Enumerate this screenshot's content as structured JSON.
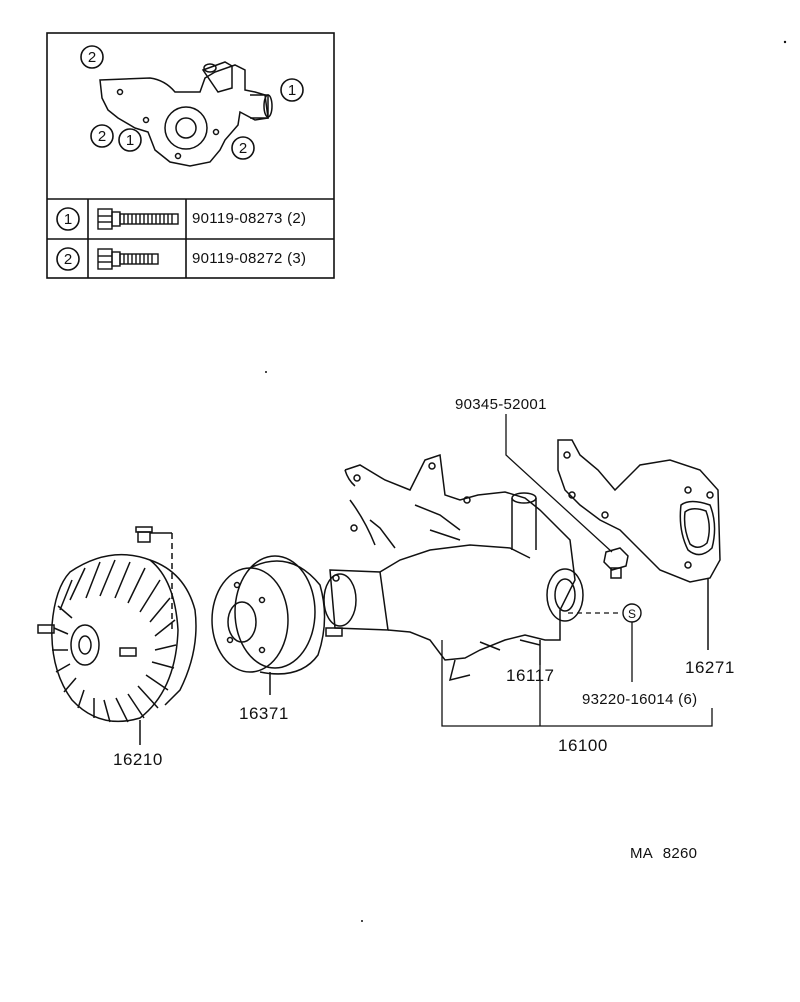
{
  "legend": {
    "callout_1": "1",
    "callout_2": "2",
    "rows": [
      {
        "key": "1",
        "part_no": "90119-08273",
        "qty": "(2)"
      },
      {
        "key": "2",
        "part_no": "90119-08272",
        "qty": "(3)"
      }
    ]
  },
  "parts": {
    "fan_clutch": "16210",
    "pulley": "16371",
    "water_pump_assy": "16100",
    "water_pump": "16117",
    "gasket_plate": "16271",
    "nut": "90345-52001",
    "stud_seal": "93220-16014 (6)",
    "seal_symbol": "S"
  },
  "diagram_code": "MA 8260"
}
